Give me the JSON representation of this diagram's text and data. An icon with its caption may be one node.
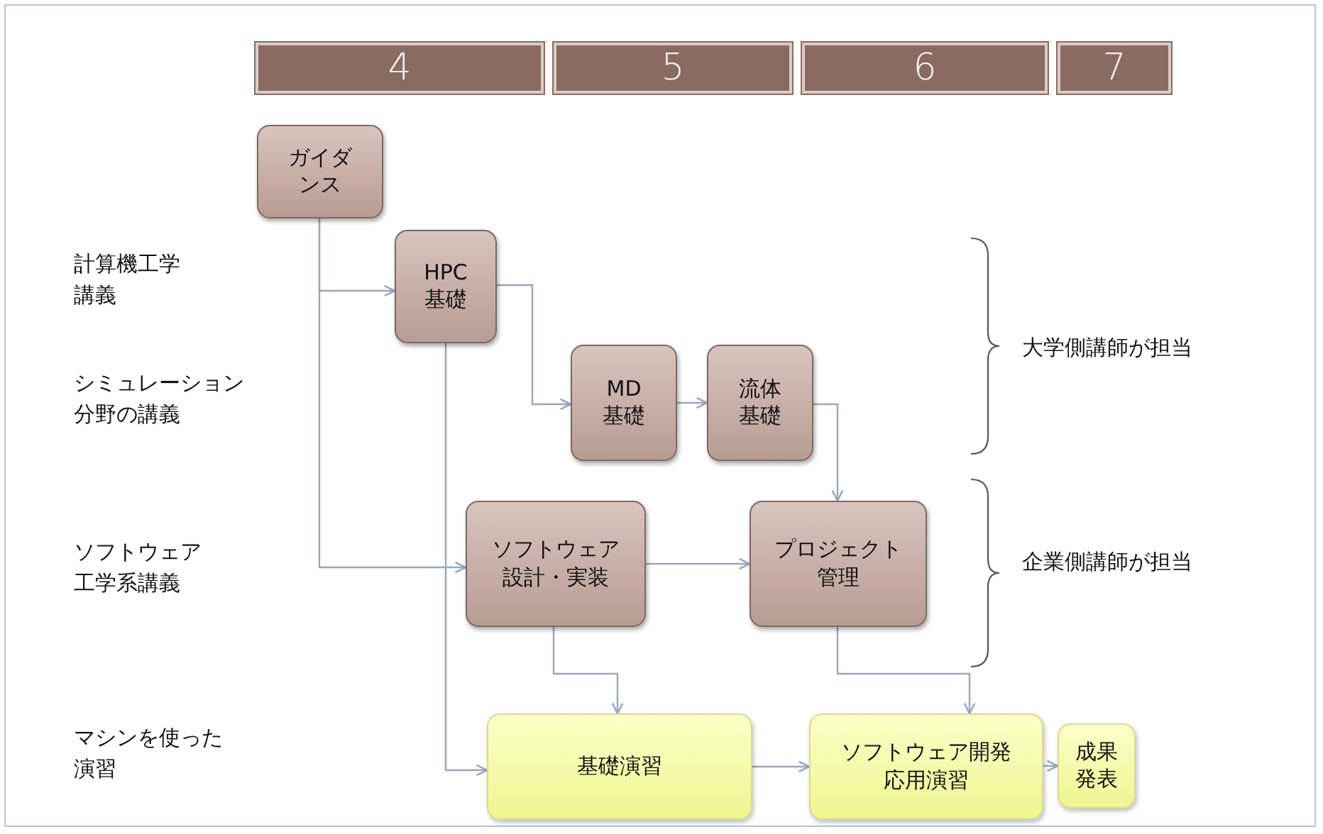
{
  "diagram": {
    "nodes": [
      {
        "text": [
          "4"
        ]
      },
      {
        "text": [
          "5"
        ]
      },
      {
        "text": [
          "6"
        ]
      },
      {
        "text": [
          "7"
        ]
      },
      {
        "text": [
          "ガイダンス"
        ]
      },
      {
        "text": [
          "HPC 基礎"
        ]
      },
      {
        "text": [
          "MD 基礎"
        ]
      },
      {
        "text": [
          "流体基礎"
        ]
      },
      {
        "text": [
          "ソフトウェア設計・実装"
        ]
      },
      {
        "text": [
          "プロジェクト管理"
        ]
      },
      {
        "text": [
          "基礎演習"
        ]
      },
      {
        "text": [
          "ソフトウェア開発応用演習"
        ]
      },
      {
        "text": [
          "成果発表"
        ]
      }
    ],
    "edges": [
      {
        "from": 4,
        "to": 5,
        "arrow": "to"
      },
      {
        "from": 4,
        "to": 8,
        "arrow": "to"
      },
      {
        "from": 5,
        "to": 6,
        "arrow": "to"
      },
      {
        "from": 5,
        "to": 10,
        "arrow": "to"
      },
      {
        "from": 6,
        "to": 7,
        "arrow": "to"
      },
      {
        "from": 7,
        "to": 9,
        "arrow": "to"
      },
      {
        "from": 8,
        "to": 9,
        "arrow": "to"
      },
      {
        "from": 8,
        "to": 10,
        "arrow": "to"
      },
      {
        "from": 9,
        "to": 11,
        "arrow": "to"
      },
      {
        "from": 10,
        "to": 11,
        "arrow": "to"
      },
      {
        "from": 11,
        "to": 12,
        "arrow": "to"
      }
    ],
    "labels": [
      "計算機工学講義",
      "シミュレーション分野の講義",
      "大学側講師が担当",
      "ソフトウェア工学系講義",
      "企業側講師が担当",
      "マシンを使った演習"
    ]
  }
}
